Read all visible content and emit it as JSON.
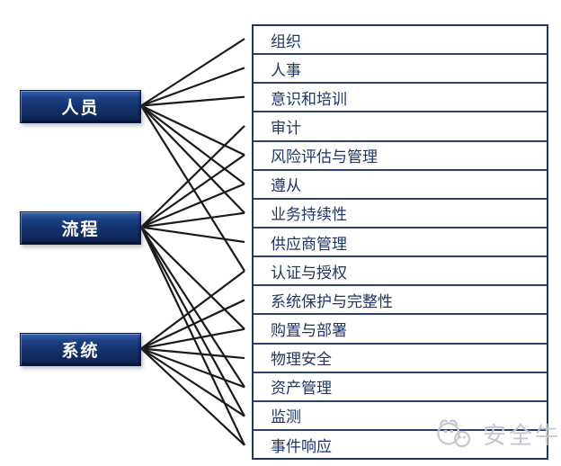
{
  "colors": {
    "box_navy": "#133169",
    "table_border_navy": "#1f3864",
    "row_text_navy": "#1e3566",
    "connector_black": "#1a1a1a",
    "watermark_gray": "#c6c7cd"
  },
  "left_boxes": [
    {
      "id": "people",
      "label": "人员"
    },
    {
      "id": "process",
      "label": "流程"
    },
    {
      "id": "system",
      "label": "系统"
    }
  ],
  "domains": [
    "组织",
    "人事",
    "意识和培训",
    "审计",
    "风险评估与管理",
    "遵从",
    "业务持续性",
    "供应商管理",
    "认证与授权",
    "系统保护与完整性",
    "购置与部署",
    "物理安全",
    "资产管理",
    "监测",
    "事件响应"
  ],
  "connections": {
    "people": [
      0,
      1,
      2,
      4,
      5,
      6,
      8
    ],
    "process": [
      3,
      4,
      5,
      6,
      7,
      10,
      12,
      13,
      14
    ],
    "system": [
      8,
      9,
      10,
      11,
      12,
      13,
      14
    ]
  },
  "watermark": {
    "text": "安全牛",
    "logo": "bull-logo-icon"
  }
}
